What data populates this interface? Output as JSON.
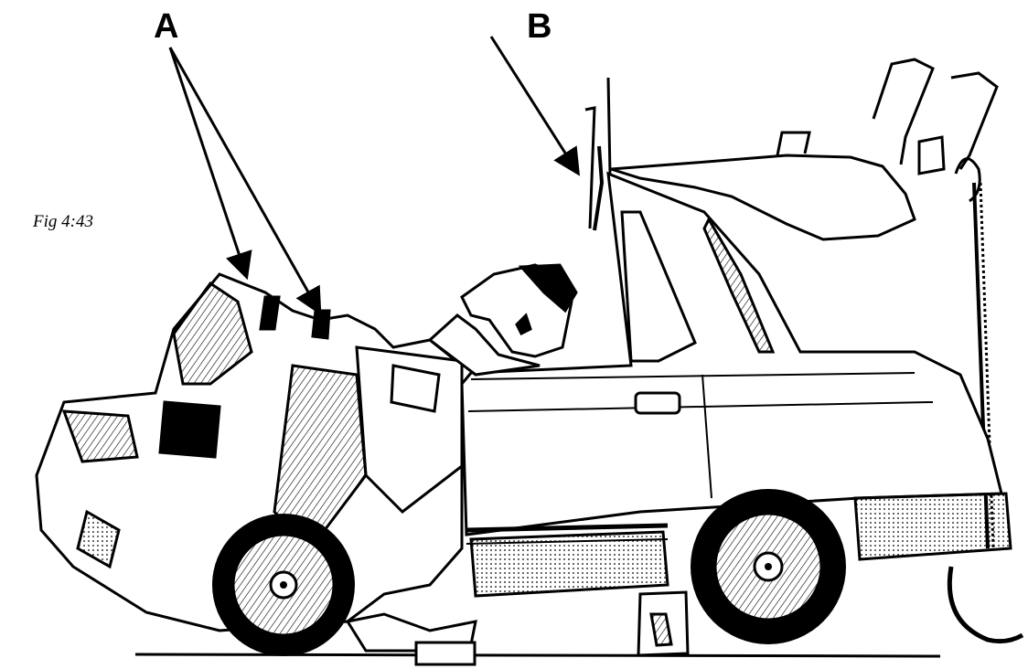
{
  "labels": {
    "a": "A",
    "b": "B"
  },
  "caption": "Fig 4:43",
  "colors": {
    "ink": "#000000",
    "paper": "#ffffff"
  }
}
